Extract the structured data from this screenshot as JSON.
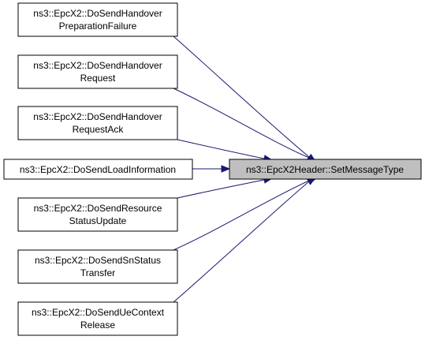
{
  "colors": {
    "edge": "#191970",
    "node_fill": "#ffffff",
    "target_fill": "#bfbfbf",
    "border": "#000000"
  },
  "target": {
    "label": "ns3::EpcX2Header::SetMessageType"
  },
  "callers": [
    {
      "lines": [
        "ns3::EpcX2::DoSendHandover",
        "PreparationFailure"
      ]
    },
    {
      "lines": [
        "ns3::EpcX2::DoSendHandover",
        "Request"
      ]
    },
    {
      "lines": [
        "ns3::EpcX2::DoSendHandover",
        "RequestAck"
      ]
    },
    {
      "lines": [
        "ns3::EpcX2::DoSendLoadInformation"
      ]
    },
    {
      "lines": [
        "ns3::EpcX2::DoSendResource",
        "StatusUpdate"
      ]
    },
    {
      "lines": [
        "ns3::EpcX2::DoSendSnStatus",
        "Transfer"
      ]
    },
    {
      "lines": [
        "ns3::EpcX2::DoSendUeContext",
        "Release"
      ]
    }
  ]
}
